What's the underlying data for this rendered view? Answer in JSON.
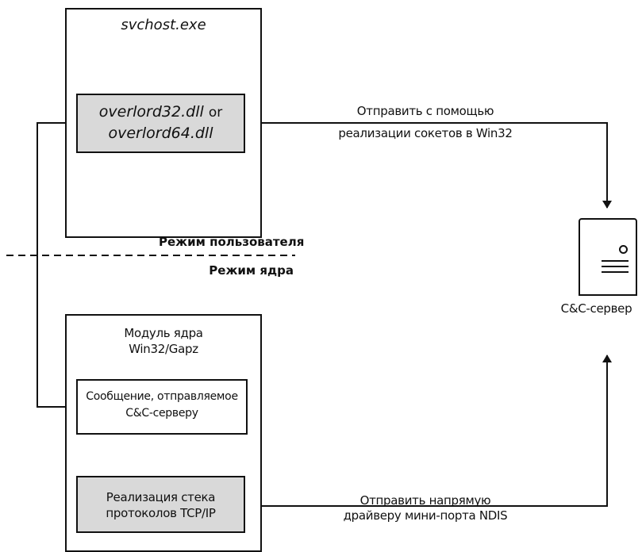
{
  "process": {
    "title": "svchost.exe"
  },
  "dll": {
    "name_a": "overlord32.dll",
    "or": "or",
    "name_b": "overlord64.dll"
  },
  "kernel": {
    "title_line1": "Модуль ядра",
    "title_line2": "Win32/Gapz"
  },
  "message": {
    "line1": "Сообщение, отправляемое",
    "line2": "C&C-серверу"
  },
  "tcpip": {
    "line1": "Реализация стека",
    "line2": "протоколов TCP/IP"
  },
  "modes": {
    "user": "Режим пользователя",
    "kernel": "Режим ядра"
  },
  "upper_path": {
    "line1": "Отправить с помощью",
    "line2": "реализации сокетов в Win32"
  },
  "lower_path": {
    "line1": "Отправить напрямую",
    "line2": "драйверу мини-порта NDIS"
  },
  "server": {
    "label": "C&C-сервер"
  }
}
